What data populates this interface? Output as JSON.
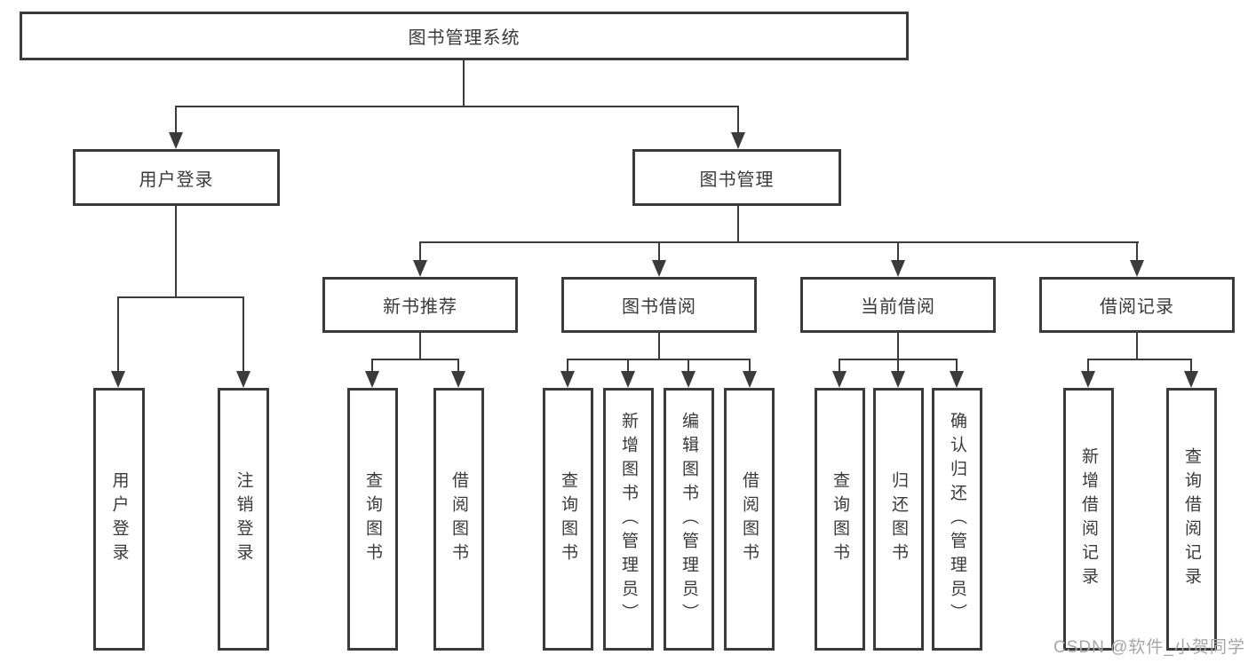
{
  "root": {
    "label": "图书管理系统"
  },
  "level2": [
    {
      "label": "用户登录"
    },
    {
      "label": "图书管理"
    }
  ],
  "level3": [
    {
      "label": "新书推荐"
    },
    {
      "label": "图书借阅"
    },
    {
      "label": "当前借阅"
    },
    {
      "label": "借阅记录"
    }
  ],
  "leaves": {
    "user_login": [
      {
        "label": "用户登录"
      },
      {
        "label": "注销登录"
      }
    ],
    "new_books": [
      {
        "label": "查询图书"
      },
      {
        "label": "借阅图书"
      }
    ],
    "book_borrow": [
      {
        "label": "查询图书"
      },
      {
        "label": "新增图书（管理员）"
      },
      {
        "label": "编辑图书（管理员）"
      },
      {
        "label": "借阅图书"
      }
    ],
    "current_borrow": [
      {
        "label": "查询图书"
      },
      {
        "label": "归还图书"
      },
      {
        "label": "确认归还（管理员）"
      }
    ],
    "borrow_records": [
      {
        "label": "新增借阅记录"
      },
      {
        "label": "查询借阅记录"
      }
    ]
  },
  "watermark": {
    "text": "CSDN @软件_小贺同学"
  },
  "colors": {
    "line": "#3b3b3b",
    "text": "#3a3a3a",
    "watermark": "#a6a6a6",
    "background": "#ffffff"
  }
}
